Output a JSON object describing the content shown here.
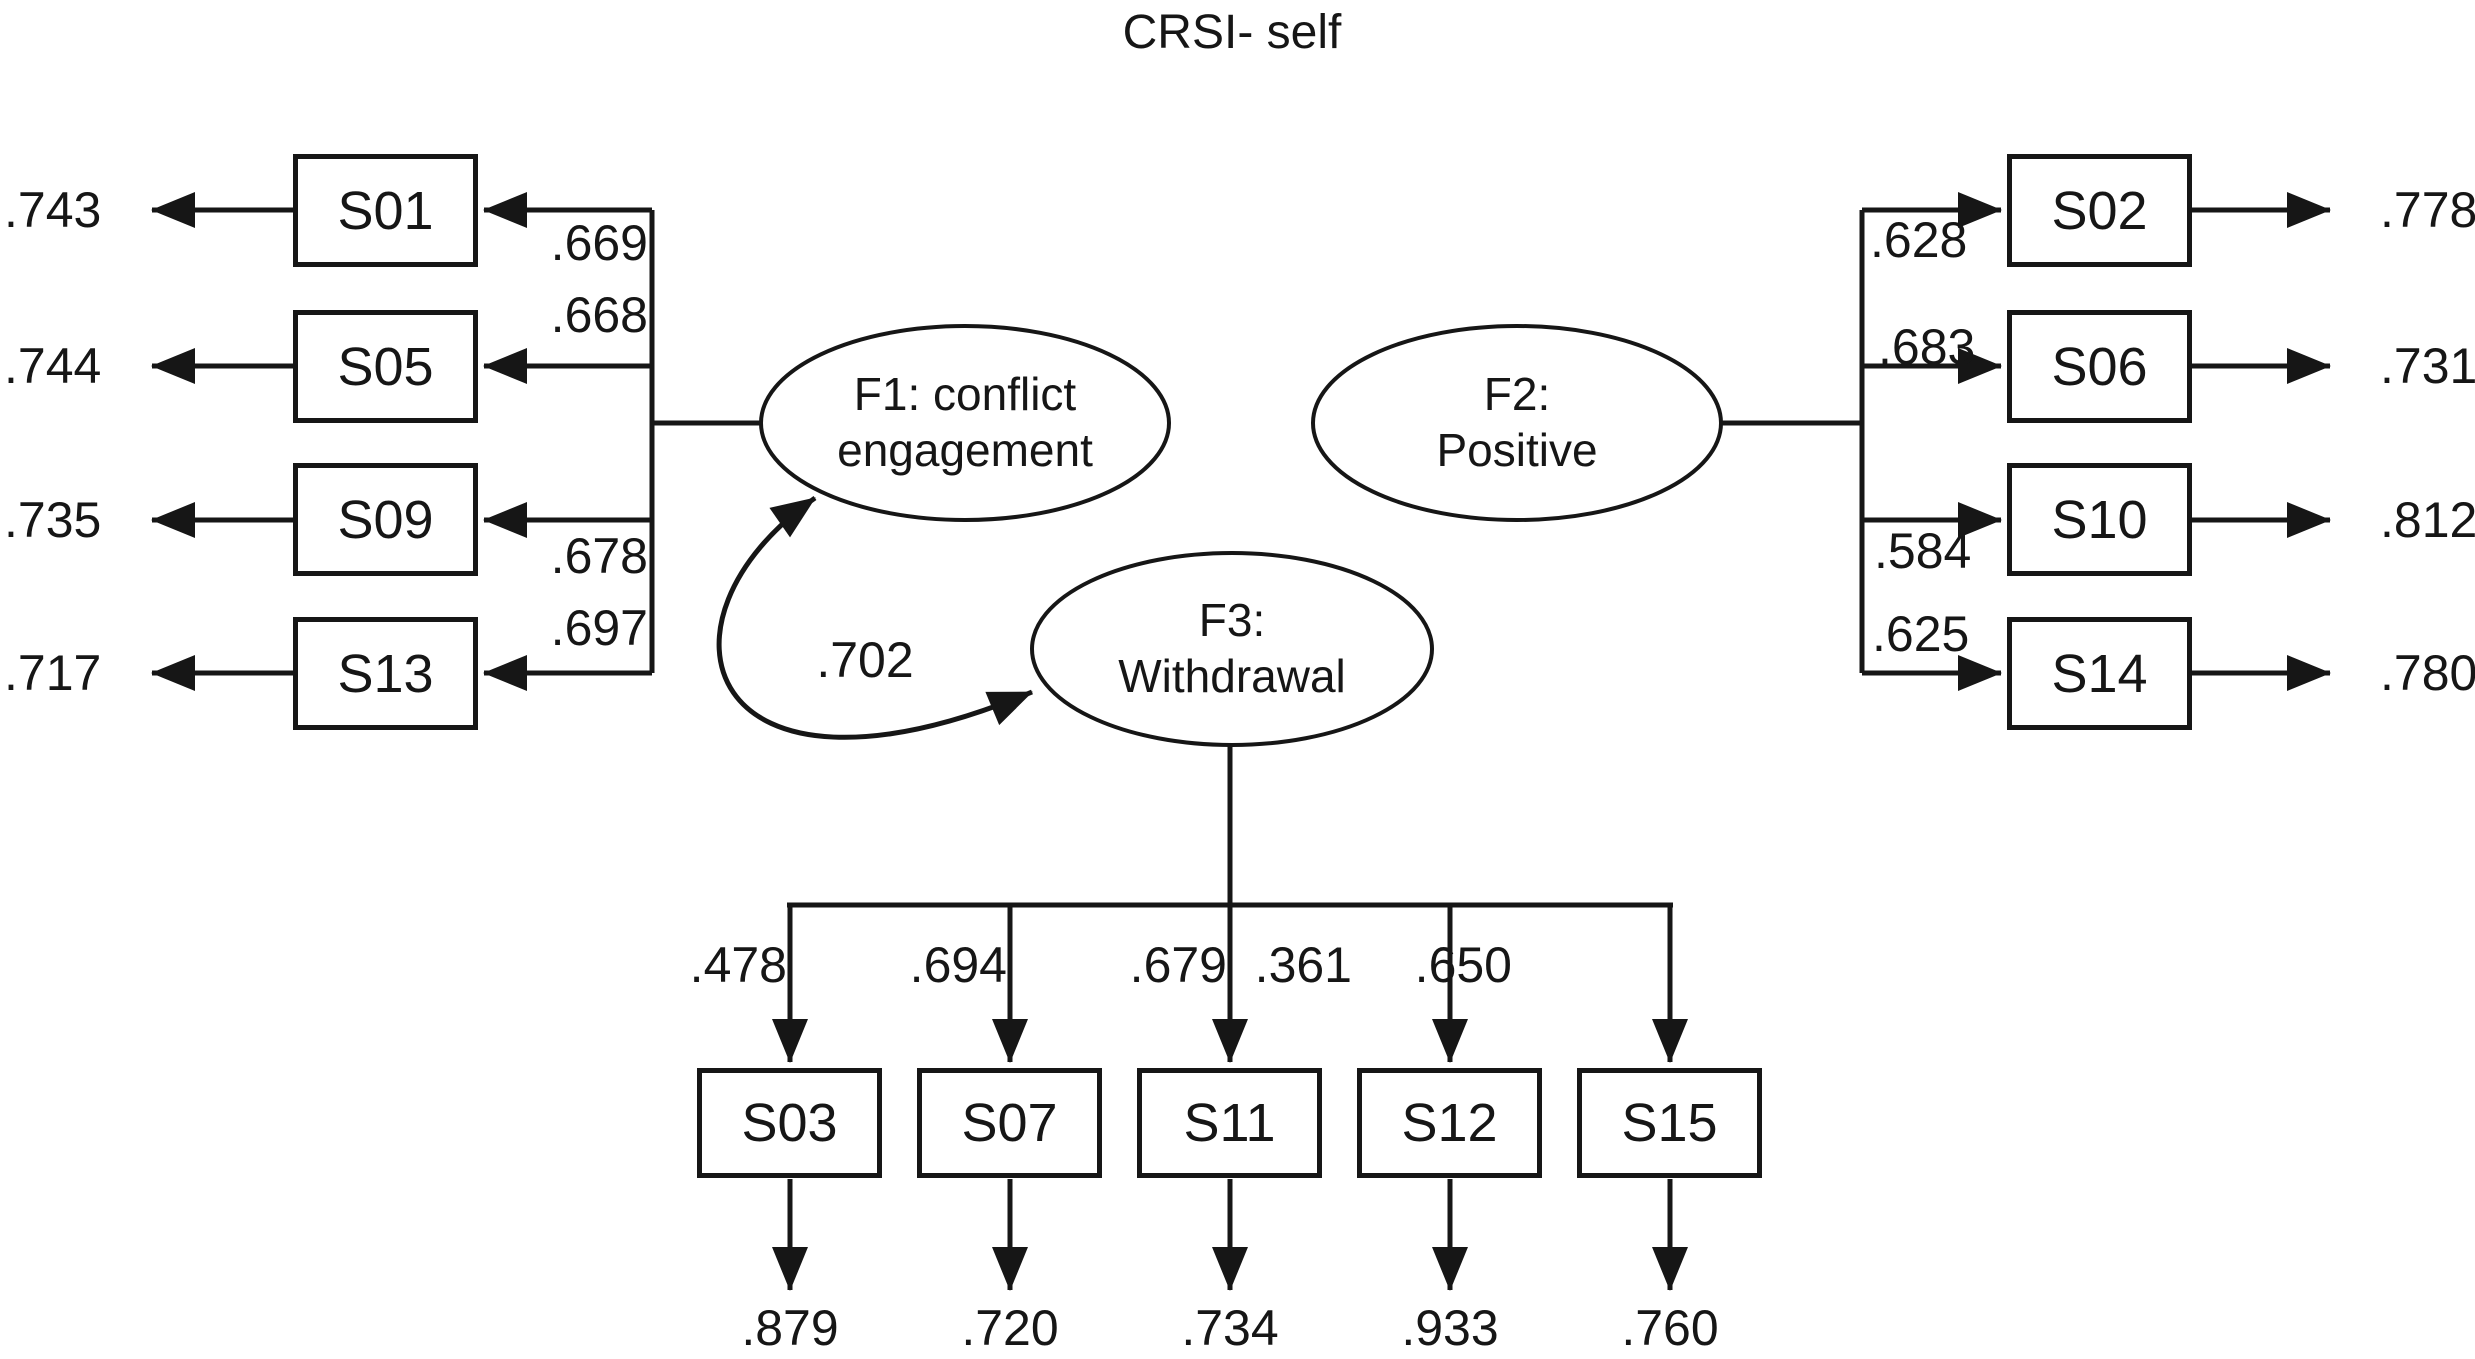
{
  "title": "CRSI- self",
  "factors": {
    "f1": {
      "lines": [
        "F1: conflict",
        "engagement"
      ]
    },
    "f2": {
      "lines": [
        "F2:",
        "Positive"
      ]
    },
    "f3": {
      "lines": [
        "F3:",
        "Withdrawal"
      ]
    }
  },
  "covariance_f1_f3": ".702",
  "left_indicators": [
    {
      "id": "S01",
      "loading": ".669",
      "error": ".743"
    },
    {
      "id": "S05",
      "loading": ".668",
      "error": ".744"
    },
    {
      "id": "S09",
      "loading": ".678",
      "error": ".735"
    },
    {
      "id": "S13",
      "loading": ".697",
      "error": ".717"
    }
  ],
  "right_indicators": [
    {
      "id": "S02",
      "loading": ".628",
      "error": ".778"
    },
    {
      "id": "S06",
      "loading": ".683",
      "error": ".731"
    },
    {
      "id": "S10",
      "loading": ".584",
      "error": ".812"
    },
    {
      "id": "S14",
      "loading": ".625",
      "error": ".780"
    }
  ],
  "bottom_indicators": [
    {
      "id": "S03",
      "loading": ".478",
      "error": ".879"
    },
    {
      "id": "S07",
      "loading": ".694",
      "error": ".720"
    },
    {
      "id": "S11",
      "loading": ".679",
      "error": ".734"
    },
    {
      "id": "S12",
      "loading": ".361",
      "error": ".933"
    },
    {
      "id": "S15",
      "loading": ".650",
      "error": ".760"
    }
  ]
}
